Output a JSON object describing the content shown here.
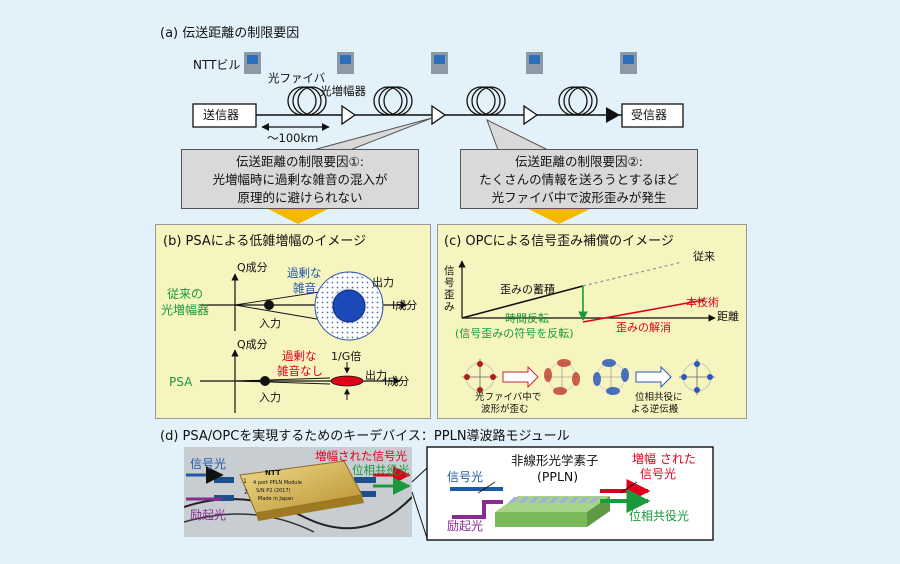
{
  "section_a": {
    "title": "(a) 伝送距離の制限要因",
    "ntt_building": "NTTビル",
    "fiber": "光ファイバ",
    "amplifier": "光増幅器",
    "transmitter": "送信器",
    "receiver": "受信器",
    "distance": "～100km",
    "factor1": [
      "伝送距離の制限要因①:",
      "光増幅時に過剰な雑音の混入が",
      "原理的に避けられない"
    ],
    "factor2": [
      "伝送距離の制限要因②:",
      "たくさんの情報を送ろうとするほど",
      "光ファイバ中で波形歪みが発生"
    ]
  },
  "section_b": {
    "title": "(b) PSAによる低雑増幅のイメージ",
    "q_axis": "Q成分",
    "i_axis": "I成分",
    "conventional": [
      "従来の",
      "光増幅器"
    ],
    "excess_noise": [
      "過剰な",
      "雑音"
    ],
    "output": "出力",
    "input": "入力",
    "psa": "PSA",
    "no_excess_noise": [
      "過剰な",
      "雑音なし"
    ],
    "gain": "1/G倍"
  },
  "section_c": {
    "title": "(c) OPCによる信号歪み補償のイメージ",
    "y_label": [
      "信",
      "号",
      "歪",
      "み"
    ],
    "accumulation": "歪みの蓄積",
    "conventional": "従来",
    "this_tech": "本技術",
    "distance": "距離",
    "time_reversal": "時間反転",
    "sign_reversal": "(信号歪みの符号を反転)",
    "resolved": "歪みの解消",
    "in_fiber": [
      "光ファイバ中で",
      "波形が歪む"
    ],
    "reverse_prop": [
      "位相共役に",
      "よる逆伝搬"
    ]
  },
  "section_d": {
    "title": "(d) PSA/OPCを実現するためのキーデバイス：PPLN導波路モジュール",
    "signal": "信号光",
    "pump": "励起光",
    "amplified_signal": "増幅された信号光",
    "conjugate": "位相共役光",
    "module_brand": "NTT",
    "module_text": [
      "4 port PPLN Module",
      "S/N  P2 (2017)",
      "Made in Japan"
    ],
    "port1": "1",
    "port2": "2",
    "element": [
      "非線形光学素子",
      "(PPLN)"
    ],
    "amplified_lines": [
      "増幅 された",
      "信号光"
    ]
  },
  "colors": {
    "background": "#e3f1fa",
    "panel": "#f6f4bf",
    "callout": "#d9d9d9",
    "arrow_yellow": "#f5b800",
    "green": "#1a9a3c",
    "red": "#e0001b",
    "blue": "#1f5aa8",
    "purple": "#8a2b91"
  }
}
